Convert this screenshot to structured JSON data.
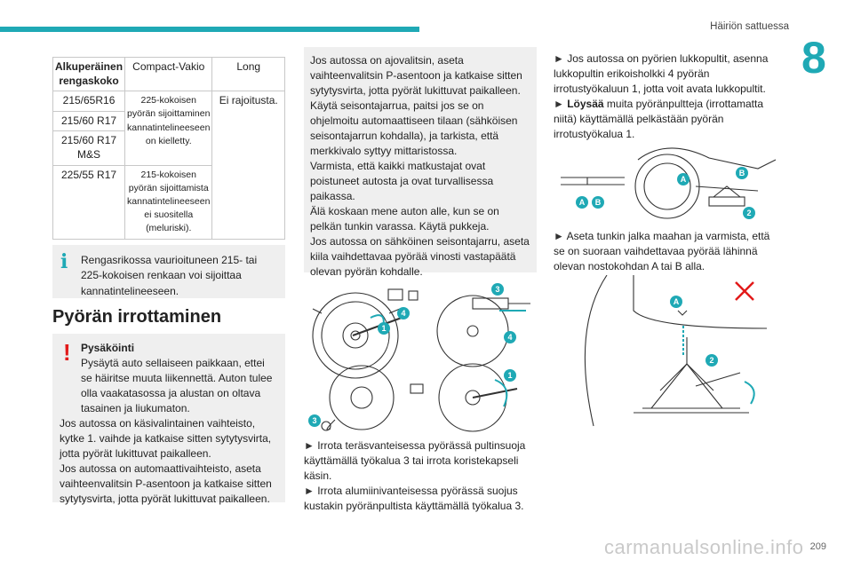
{
  "header": {
    "title": "Häiriön sattuessa",
    "chapter": "8",
    "page": "209"
  },
  "tyre_table": {
    "headers": [
      "Alkuperäinen rengaskoko",
      "Compact-Vakio",
      "Long"
    ],
    "sizes": [
      "215/65R16",
      "215/60 R17",
      "215/60 R17 M&S",
      "225/55 R17"
    ],
    "compact_forbidden": "225-kokoisen pyörän sijoittaminen kannatintelineeseen on kielletty.",
    "compact_not_recommended": "215-kokoisen pyörän sijoittamista kannatintelineeseen ei suositella (meluriski).",
    "long_value": "Ei rajoitusta."
  },
  "info_note": "Rengasrikossa vaurioituneen 215- tai 225-kokoisen renkaan voi sijoittaa kannatintelineeseen.",
  "section_title": "Pyörän irrottaminen",
  "warning": {
    "title": "Pysäköinti",
    "lines": [
      "Pysäytä auto sellaiseen paikkaan, ettei se häiritse muuta liikennettä. Auton tulee olla vaakatasossa ja alustan on oltava tasainen ja liukumaton.",
      "Jos autossa on käsivalintainen vaihteisto, kytke 1. vaihde ja katkaise sitten sytytysvirta, jotta pyörät lukittuvat paikalleen.",
      "Jos autossa on automaattivaihteisto, aseta vaihteenvalitsin P-asentoon ja katkaise sitten sytytysvirta, jotta pyörät lukittuvat paikalleen."
    ]
  },
  "pilot_box": {
    "lines": [
      "Jos autossa on ajovalitsin, aseta vaihteenvalitsin P-asentoon ja katkaise sitten sytytysvirta, jotta pyörät lukittuvat paikalleen.",
      "Käytä seisontajarrua, paitsi jos se on ohjelmoitu automaattiseen tilaan (sähköisen seisontajarrun kohdalla), ja tarkista, että merkkivalo syttyy mittaristossa.",
      "Varmista, että kaikki matkustajat ovat poistuneet autosta ja ovat turvallisessa paikassa.",
      "Älä koskaan mene auton alle, kun se on pelkän tunkin varassa. Käytä pukkeja.",
      "Jos autossa on sähköinen seisontajarru, aseta kiila vaihdettavaa pyörää vinosti vastapäätä olevan pyörän kohdalle."
    ]
  },
  "steel_step": "Irrota teräsvanteisessa pyörässä pultinsuoja käyttämällä työkalua 3 tai irrota koristekapseli käsin.",
  "alloy_step": "Irrota alumiinivanteisessa pyörässä suojus kustakin pyöränpultista käyttämällä työkalua 3.",
  "lock_step": "Jos autossa on pyörien lukkopultit, asenna lukkopultin erikoisholkki 4 pyörän irrotustyökaluun 1, jotta voit avata lukkopultit.",
  "loosen_label": "Löysää",
  "loosen_step": "muita pyöränpultteja (irrottamatta niitä) käyttämällä pelkästään pyörän irrotustyökalua 1.",
  "jack_step": "Aseta tunkin jalka maahan ja varmista, että se on suoraan vaihdettavaa pyörää lähinnä olevan nostokohdan A tai B alla.",
  "callouts": [
    "1",
    "2",
    "3",
    "4",
    "A",
    "B"
  ],
  "watermark": "carmanualsonline.info",
  "colors": {
    "accent": "#1fa9b5",
    "warning": "#e21a1a",
    "box_bg": "#efefef"
  }
}
